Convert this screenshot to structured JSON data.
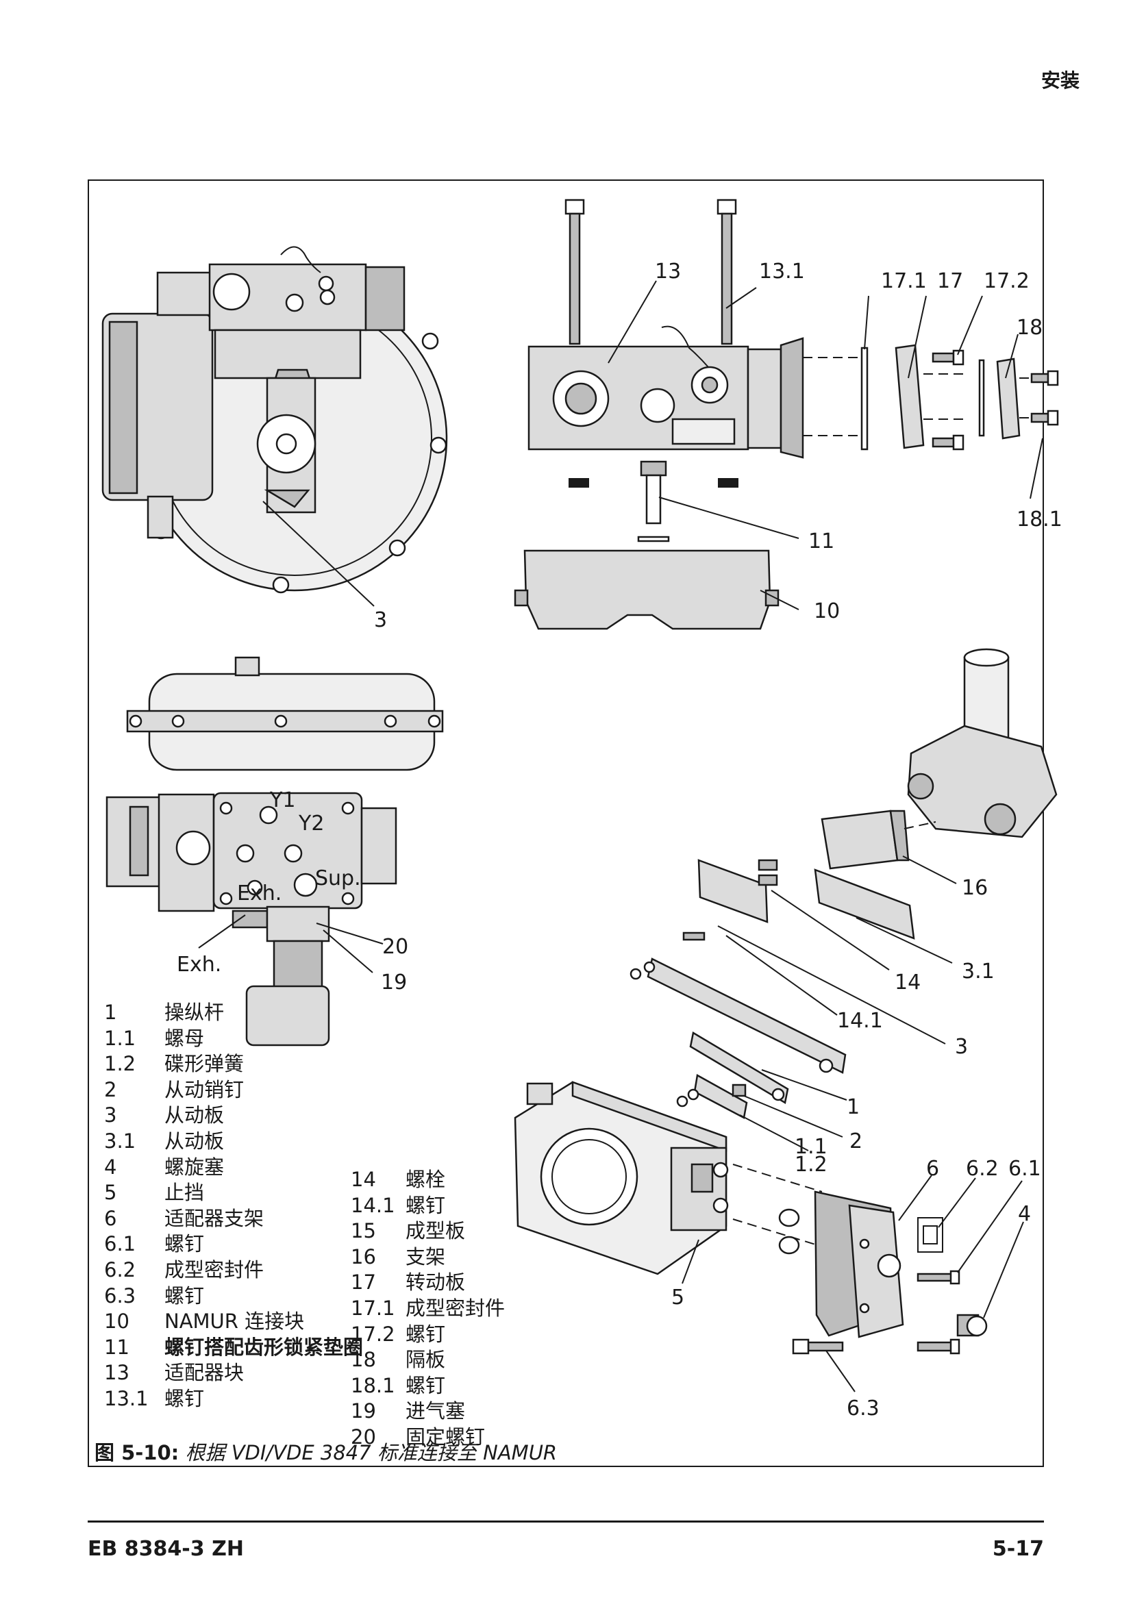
{
  "header": {
    "section": "安装"
  },
  "callouts": {
    "c3_top": "3",
    "c13": "13",
    "c13_1": "13.1",
    "c17_1": "17.1",
    "c17": "17",
    "c17_2": "17.2",
    "c18": "18",
    "c18_1": "18.1",
    "c11": "11",
    "c10": "10",
    "c16": "16",
    "c20": "20",
    "c19": "19",
    "exh": "Exh.",
    "c14": "14",
    "c3_1": "3.1",
    "c14_1": "14.1",
    "c3_mid": "3",
    "c1": "1",
    "c2": "2",
    "c1_1": "1.1",
    "c1_2": "1.2",
    "c6": "6",
    "c6_2": "6.2",
    "c6_1": "6.1",
    "c4": "4",
    "c5": "5",
    "c6_3": "6.3"
  },
  "actuator_markings": {
    "y1": "Y1",
    "y2": "Y2",
    "sup": "Sup.",
    "exh_small": "Exh."
  },
  "legend_left": [
    {
      "num": "1",
      "label": "操纵杆"
    },
    {
      "num": "1.1",
      "label": "螺母"
    },
    {
      "num": "1.2",
      "label": "碟形弹簧"
    },
    {
      "num": "2",
      "label": "从动销钉"
    },
    {
      "num": "3",
      "label": "从动板"
    },
    {
      "num": "3.1",
      "label": "从动板"
    },
    {
      "num": "4",
      "label": "螺旋塞"
    },
    {
      "num": "5",
      "label": "止挡"
    },
    {
      "num": "6",
      "label": "适配器支架"
    },
    {
      "num": "6.1",
      "label": "螺钉"
    },
    {
      "num": "6.2",
      "label": "成型密封件"
    },
    {
      "num": "6.3",
      "label": "螺钉"
    },
    {
      "num": "10",
      "label": "NAMUR 连接块"
    },
    {
      "num": "11",
      "label": "螺钉搭配齿形锁紧垫圈"
    },
    {
      "num": "13",
      "label": "适配器块"
    },
    {
      "num": "13.1",
      "label": "螺钉"
    }
  ],
  "legend_right": [
    {
      "num": "14",
      "label": "螺栓"
    },
    {
      "num": "14.1",
      "label": "螺钉"
    },
    {
      "num": "15",
      "label": "成型板"
    },
    {
      "num": "16",
      "label": "支架"
    },
    {
      "num": "17",
      "label": "转动板"
    },
    {
      "num": "17.1",
      "label": "成型密封件"
    },
    {
      "num": "17.2",
      "label": "螺钉"
    },
    {
      "num": "18",
      "label": "隔板"
    },
    {
      "num": "18.1",
      "label": "螺钉"
    },
    {
      "num": "19",
      "label": "进气塞"
    },
    {
      "num": "20",
      "label": "固定螺钉"
    }
  ],
  "caption": {
    "label": "图 5-10:",
    "text": "根据 VDI/VDE 3847 标准连接至 NAMUR"
  },
  "footer": {
    "doc_id": "EB 8384-3 ZH",
    "page": "5-17"
  }
}
